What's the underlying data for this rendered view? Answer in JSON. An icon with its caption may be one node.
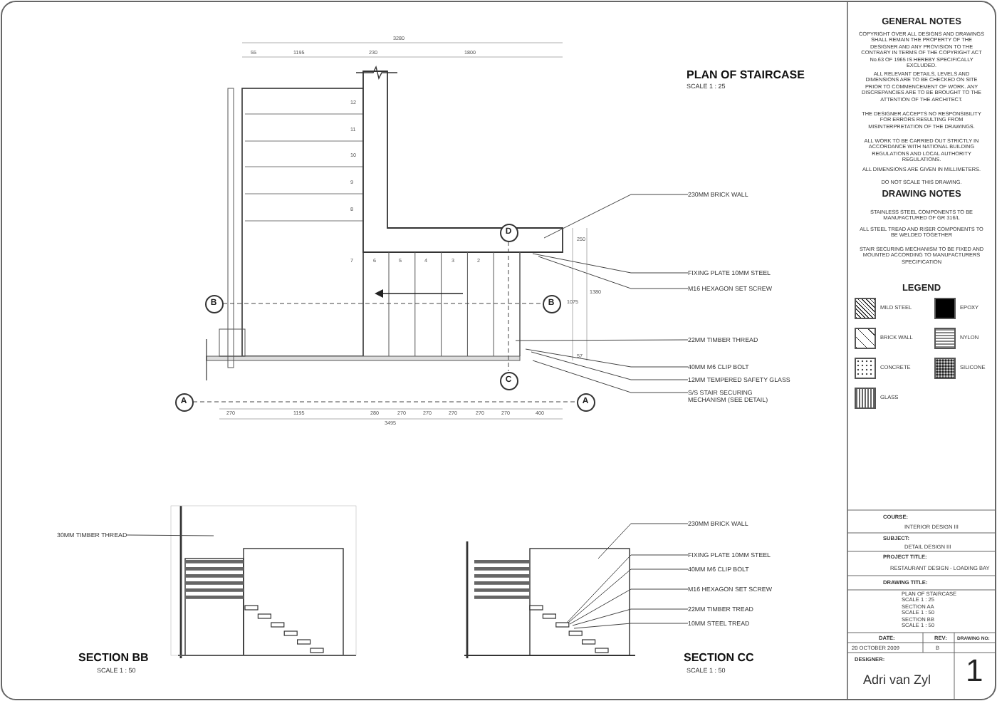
{
  "diagram": {
    "nodes": [
      {
        "text": [
          "A"
        ]
      },
      {
        "text": [
          "A"
        ]
      },
      {
        "text": [
          "B"
        ]
      },
      {
        "text": [
          "B"
        ]
      },
      {
        "text": [
          "D"
        ]
      },
      {
        "text": [
          "C"
        ]
      },
      {
        "text": [
          "230MM BRICK WALL"
        ]
      },
      {
        "text": [
          "FIXING PLATE 10MM STEEL"
        ]
      },
      {
        "text": [
          "M16 HEXAGON SET SCREW"
        ]
      },
      {
        "text": [
          "22MM TIMBER THREAD"
        ]
      },
      {
        "text": [
          "40MM M6 CLIP BOLT"
        ]
      },
      {
        "text": [
          "12MM TEMPERED SAFETY GLASS"
        ]
      },
      {
        "text": [
          "S/S STAIR SECURING MECHANISM (SEE DETAIL)"
        ]
      },
      {
        "text": [
          "30MM TIMBER THREAD"
        ]
      },
      {
        "text": [
          "230MM BRICK WALL"
        ]
      },
      {
        "text": [
          "FIXING PLATE 10MM STEEL"
        ]
      },
      {
        "text": [
          "40MM M6 CLIP BOLT"
        ]
      },
      {
        "text": [
          "M16 HEXAGON SET SCREW"
        ]
      },
      {
        "text": [
          "22MM TIMBER TREAD"
        ]
      },
      {
        "text": [
          "10MM STEEL TREAD"
        ]
      }
    ],
    "edges": [
      {
        "from": 0,
        "to": 1,
        "arrow": "none",
        "style": "dashed"
      },
      {
        "from": 2,
        "to": 3,
        "arrow": "none",
        "style": "dashed"
      },
      {
        "from": 4,
        "to": 5,
        "arrow": "none",
        "style": "dashed"
      },
      {
        "from": 6,
        "to": null,
        "arrow": "none"
      },
      {
        "from": 7,
        "to": null,
        "arrow": "none"
      },
      {
        "from": 8,
        "to": null,
        "arrow": "none"
      },
      {
        "from": 9,
        "to": null,
        "arrow": "none"
      },
      {
        "from": 10,
        "to": null,
        "arrow": "none"
      },
      {
        "from": 11,
        "to": null,
        "arrow": "none"
      },
      {
        "from": 12,
        "to": null,
        "arrow": "none"
      },
      {
        "from": 13,
        "to": null,
        "arrow": "none"
      },
      {
        "from": 14,
        "to": null,
        "arrow": "none"
      },
      {
        "from": 15,
        "to": null,
        "arrow": "none"
      },
      {
        "from": 16,
        "to": null,
        "arrow": "none"
      },
      {
        "from": 17,
        "to": null,
        "arrow": "none"
      },
      {
        "from": 18,
        "to": null,
        "arrow": "none"
      },
      {
        "from": 19,
        "to": null,
        "arrow": "none"
      }
    ],
    "labels": [
      "PLAN OF STAIRCASE",
      "SCALE 1 : 25",
      "3280",
      "55",
      "1195",
      "230",
      "1800",
      "250",
      "1380",
      "1075",
      "57",
      "270",
      "1195",
      "280",
      "270",
      "270",
      "270",
      "270",
      "270",
      "400",
      "3495",
      "12",
      "11",
      "10",
      "9",
      "8",
      "7",
      "6",
      "5",
      "4",
      "3",
      "2",
      "SECTION BB",
      "SCALE 1 : 50",
      "SECTION CC",
      "SCALE 1 : 50",
      "GENERAL NOTES",
      "COPYRIGHT OVER ALL DESIGNS AND DRAWINGS SHALL REMAIN THE PROPERTY OF THE DESIGNER AND ANY PROVISION TO THE CONTRARY IN TERMS OF THE COPYRIGHT ACT No.63 OF 1965 IS HEREBY SPECIFICALLY EXCLUDED.",
      "ALL RELEVANT DETAILS, LEVELS AND DIMENSIONS ARE TO BE CHECKED ON SITE PRIOR TO COMMENCEMENT OF WORK. ANY DISCREPANCIES ARE TO BE BROUGHT TO THE ATTENTION OF THE ARCHITECT.",
      "THE DESIGNER ACCEPTS NO RESPONSIBILITY FOR ERRORS RESULTING FROM MISINTERPRETATION OF THE DRAWINGS.",
      "ALL WORK TO BE CARRIED OUT STRICTLY IN ACCORDANCE WITH NATIONAL BUILDING REGULATIONS AND LOCAL AUTHORITY REGULATIONS.",
      "ALL DIMENSIONS ARE GIVEN IN MILLIMETERS.",
      "DO NOT SCALE THIS DRAWING.",
      "DRAWING NOTES",
      "STAINLESS STEEL COMPONENTS TO BE MANUFACTURED OF GR 316/L",
      "ALL STEEL TREAD AND RISER COMPONENTS TO BE WELDED TOGETHER",
      "STAIR SECURING MECHANISM TO BE FIXED AND MOUNTED ACCORDING TO MANUFACTURERS SPECIFICATION",
      "LEGEND",
      "COURSE:",
      "INTERIOR DESIGN III",
      "SUBJECT:",
      "DETAIL DESIGN III",
      "PROJECT TITLE:",
      "RESTAURANT DESIGN - LOADING BAY",
      "DRAWING TITLE:",
      "PLAN OF STAIRCASE",
      "SCALE 1 : 25",
      "SECTION AA",
      "SCALE 1 : 50",
      "SECTION BB",
      "SCALE 1 : 50",
      "DATE:",
      "REV:",
      "DRAWING NO:",
      "20 OCTOBER 2009",
      "B",
      "DESIGNER:",
      "Adri van Zyl",
      "1"
    ],
    "legend": [
      {
        "text": "MILD STEEL"
      },
      {
        "text": "EPOXY",
        "color": "#000000"
      },
      {
        "text": "BRICK WALL"
      },
      {
        "text": "NYLON"
      },
      {
        "text": "CONCRETE"
      },
      {
        "text": "SILICONE"
      },
      {
        "text": "GLASS"
      }
    ]
  }
}
